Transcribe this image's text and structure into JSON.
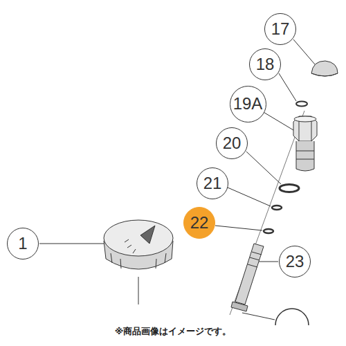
{
  "diagram": {
    "caption": "※商品画像はイメージです。",
    "nodes": [
      {
        "text": [
          "17"
        ]
      },
      {
        "text": [
          "18"
        ]
      },
      {
        "text": [
          "19A"
        ]
      },
      {
        "text": [
          "20"
        ]
      },
      {
        "text": [
          "21"
        ]
      },
      {
        "text": [
          "22"
        ]
      },
      {
        "text": [
          "1"
        ]
      },
      {
        "text": [
          "23"
        ]
      }
    ]
  }
}
